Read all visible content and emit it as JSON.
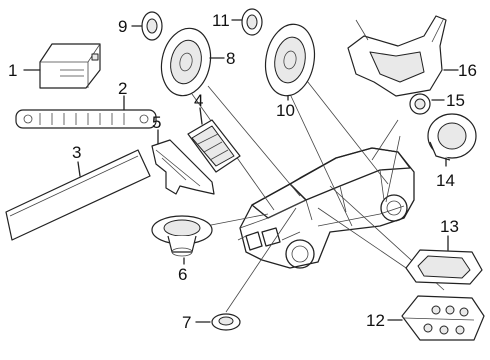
{
  "diagram": {
    "callouts": [
      {
        "id": "c1",
        "label": "1"
      },
      {
        "id": "c2",
        "label": "2"
      },
      {
        "id": "c3",
        "label": "3"
      },
      {
        "id": "c4",
        "label": "4"
      },
      {
        "id": "c5",
        "label": "5"
      },
      {
        "id": "c6",
        "label": "6"
      },
      {
        "id": "c7",
        "label": "7"
      },
      {
        "id": "c8",
        "label": "8"
      },
      {
        "id": "c9",
        "label": "9"
      },
      {
        "id": "c10",
        "label": "10"
      },
      {
        "id": "c11",
        "label": "11"
      },
      {
        "id": "c12",
        "label": "12"
      },
      {
        "id": "c13",
        "label": "13"
      },
      {
        "id": "c14",
        "label": "14"
      },
      {
        "id": "c15",
        "label": "15"
      },
      {
        "id": "c16",
        "label": "16"
      }
    ],
    "parts": [
      {
        "callout": "1",
        "icon": "radio-receiver-unit"
      },
      {
        "callout": "2",
        "icon": "dash-trim-panel"
      },
      {
        "callout": "3",
        "icon": "long-flat-panel"
      },
      {
        "callout": "4",
        "icon": "amplifier-module"
      },
      {
        "callout": "5",
        "icon": "mounting-bracket"
      },
      {
        "callout": "6",
        "icon": "mid-speaker"
      },
      {
        "callout": "7",
        "icon": "small-tweeter"
      },
      {
        "callout": "8",
        "icon": "door-speaker"
      },
      {
        "callout": "9",
        "icon": "tweeter"
      },
      {
        "callout": "10",
        "icon": "door-speaker"
      },
      {
        "callout": "11",
        "icon": "tweeter"
      },
      {
        "callout": "12",
        "icon": "subwoofer-housing"
      },
      {
        "callout": "13",
        "icon": "subwoofer-cover"
      },
      {
        "callout": "14",
        "icon": "rear-speaker"
      },
      {
        "callout": "15",
        "icon": "small-speaker"
      },
      {
        "callout": "16",
        "icon": "speaker-enclosure"
      }
    ],
    "vehicle": {
      "icon": "suv-vehicle-outline"
    }
  }
}
